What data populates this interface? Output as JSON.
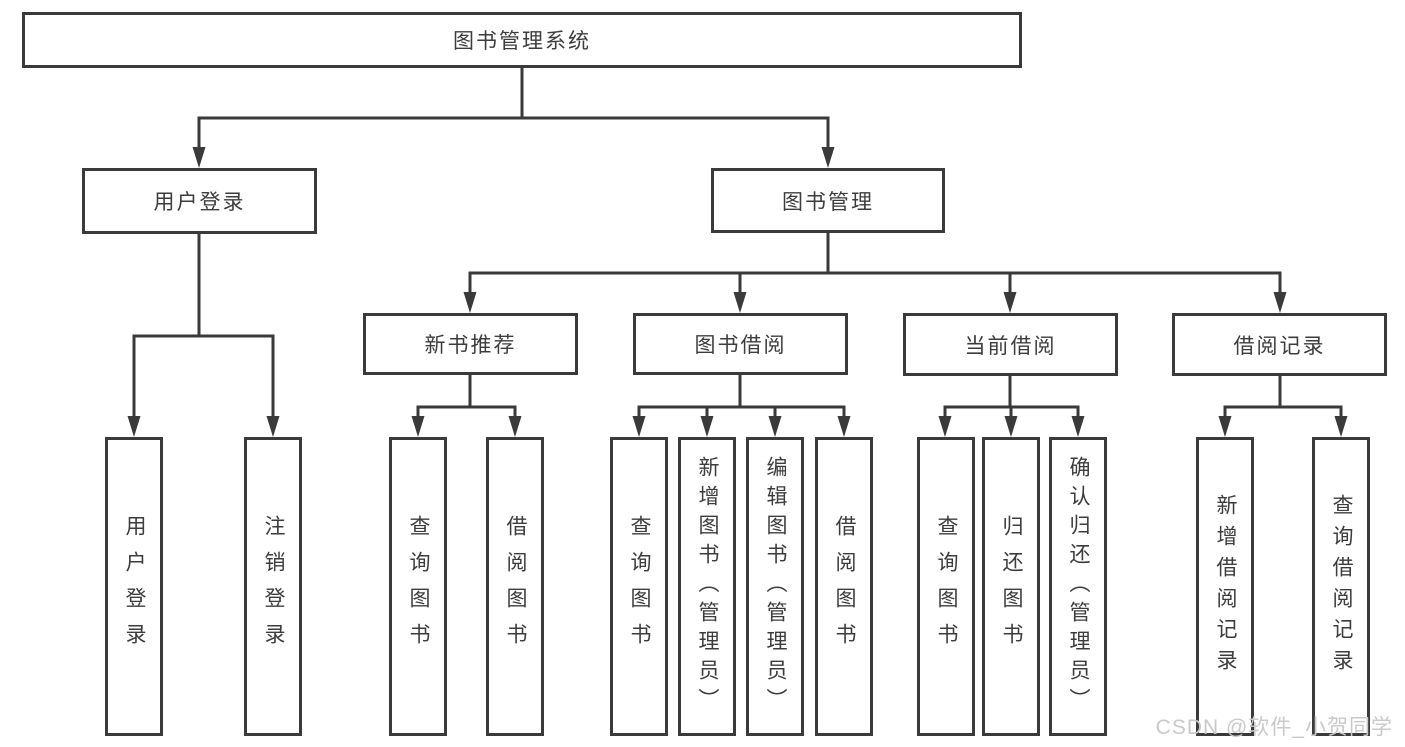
{
  "tree": {
    "label": "图书管理系统",
    "children": [
      {
        "label": "用户登录",
        "children": [
          {
            "label": "用户登录"
          },
          {
            "label": "注销登录"
          }
        ]
      },
      {
        "label": "图书管理",
        "children": [
          {
            "label": "新书推荐",
            "children": [
              {
                "label": "查询图书"
              },
              {
                "label": "借阅图书"
              }
            ]
          },
          {
            "label": "图书借阅",
            "children": [
              {
                "label": "查询图书"
              },
              {
                "label": "新增图书（管理员）"
              },
              {
                "label": "编辑图书（管理员）"
              },
              {
                "label": "借阅图书"
              }
            ]
          },
          {
            "label": "当前借阅",
            "children": [
              {
                "label": "查询图书"
              },
              {
                "label": "归还图书"
              },
              {
                "label": "确认归还（管理员）"
              }
            ]
          },
          {
            "label": "借阅记录",
            "children": [
              {
                "label": "新增借阅记录"
              },
              {
                "label": "查询借阅记录"
              }
            ]
          }
        ]
      }
    ]
  },
  "watermark": "CSDN @软件_小贺同学",
  "colors": {
    "line": "#3a3a3a",
    "text": "#3c3c3c",
    "watermark": "#c9c9c9",
    "background": "#ffffff"
  }
}
